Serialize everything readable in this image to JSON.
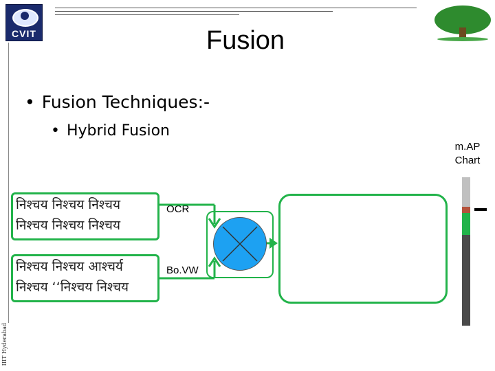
{
  "slide": {
    "title": "Fusion",
    "bullet_level1": "Fusion Techniques:-",
    "bullet_level2": "Hybrid Fusion",
    "side_footer": "IIIT Hyderabad",
    "logo_text": "CVIT"
  },
  "diagram": {
    "doc_top_lines": [
      "निश्चय निश्चय निश्चय",
      "निश्चय निश्चय निश्चय"
    ],
    "doc_bottom_lines": [
      "निश्चय निश्चय आश्चर्य",
      "निश्चय ‘‘निश्चय निश्चय"
    ],
    "label_ocr": "OCR",
    "label_bovw": "Bo.VW",
    "chart_label_line1": "m.AP",
    "chart_label_line2": "Chart"
  },
  "chart_data": {
    "type": "bar",
    "title": "m.AP Chart",
    "segments_top_to_bottom": [
      {
        "color": "#c0c0c0",
        "fraction": 0.2
      },
      {
        "color": "#b5533c",
        "fraction": 0.04
      },
      {
        "color": "#22b34a",
        "fraction": 0.15
      },
      {
        "color": "#4a4a4a",
        "fraction": 0.61
      }
    ]
  },
  "colors": {
    "accent_green": "#22b34a",
    "fusion_blue": "#1da1f2",
    "logo_navy": "#1a2a6c"
  },
  "icons": {
    "logo": "eye-logo-icon",
    "tree": "tree-icon",
    "fusion": "fusion-cross-icon"
  }
}
